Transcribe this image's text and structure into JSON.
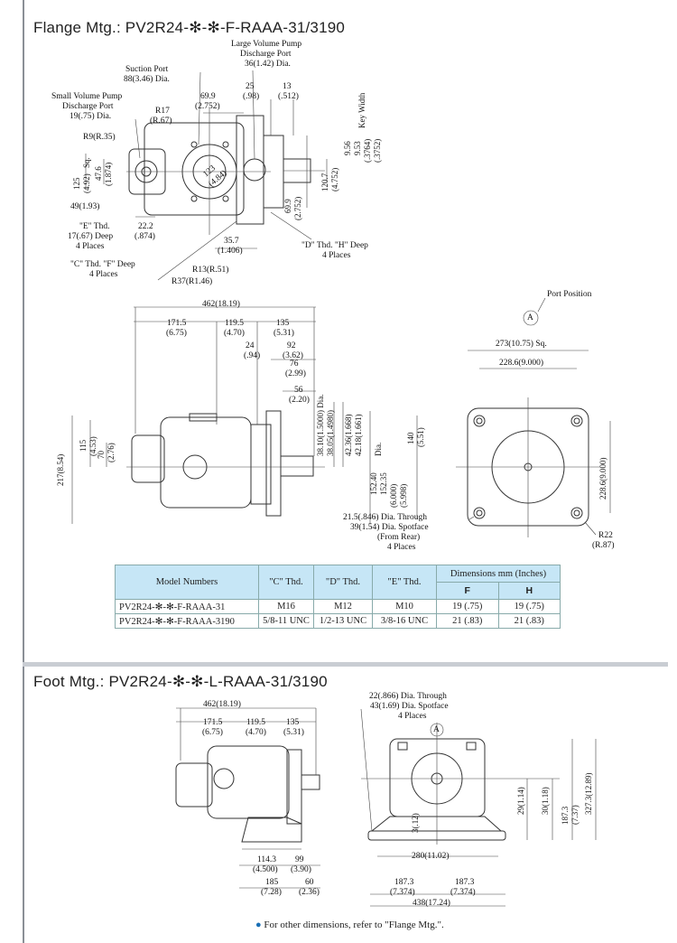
{
  "flange": {
    "title": "Flange Mtg.: PV2R24-✻-✻-F-RAAA-31/3190",
    "top_labels": {
      "large_pump": "Large Volume Pump",
      "discharge_port": "Discharge Port",
      "dia36": "36(1.42) Dia.",
      "suction_port": "Suction Port",
      "dia88": "88(3.46) Dia.",
      "d699": "69.9",
      "d699i": "(2.752)",
      "d25": "25",
      "d25i": "(.98)",
      "d13": "13",
      "d13i": "(.512)",
      "small_pump": "Small Volume Pump",
      "small_discharge": "Discharge Port",
      "dia19": "19(.75) Dia.",
      "r17": "R17",
      "r17i": "(R.67)",
      "r9": "R9(R.35)",
      "key_width": "Key Width",
      "d956": "9.56",
      "d953": "9.53",
      "i3764": "(.3764)",
      "i3752": "(.3752)",
      "d125": "125",
      "d125i": "(4.92)",
      "sq": "Sq.",
      "d476": "47.6",
      "d476i": "(1.874)",
      "d123": "123",
      "d123i": "(4.84)",
      "d1207": "120.7",
      "d1207i": "(4.752)",
      "d699b": "69.9",
      "d699bi": "(2.752)",
      "d49": "49(1.93)",
      "e_thd": "\"E\" Thd.",
      "e_deep": "17(.67) Deep",
      "four_places": "4 Places",
      "d222": "22.2",
      "d222i": "(.874)",
      "d357": "35.7",
      "d357i": "(1.406)",
      "dh_thd": "\"D\" Thd. \"H\" Deep",
      "four_places2": "4 Places",
      "cf_thd": "\"C\" Thd. \"F\" Deep",
      "four_places3": "4 Places",
      "r13": "R13(R.51)",
      "r37": "R37(R1.46)"
    },
    "side_labels": {
      "d462": "462(18.19)",
      "d1715": "171.5",
      "d1715i": "(6.75)",
      "d1195": "119.5",
      "d1195i": "(4.70)",
      "d135": "135",
      "d135i": "(5.31)",
      "d24": "24",
      "d24i": "(.94)",
      "d92": "92",
      "d92i": "(3.62)",
      "d76": "76",
      "d76i": "(2.99)",
      "d56": "56",
      "d56i": "(2.20)",
      "d3810": "38.10(1.5000) Dia.",
      "d3805": "38.05(1.4980)",
      "d4236": "42.36(1.668)",
      "d4218": "42.18(1.661)",
      "d140": "140",
      "d140i": "(5.51)",
      "d15240": "152.40",
      "d15235": "152.35",
      "dia": "Dia.",
      "i6000": "(6.000)",
      "i5998": "(5.998)",
      "d115": "115",
      "d115i": "(4.53)",
      "d70": "70",
      "d70i": "(2.76)",
      "d217": "217(8.54)"
    },
    "end_labels": {
      "port_position": "Port Position",
      "a": "A",
      "d273": "273(10.75) Sq.",
      "d2286": "228.6(9.000)",
      "d2286v": "228.6(9.000)",
      "hole1": "21.5(.846) Dia. Through",
      "hole2": "39(1.54) Dia. Spotface",
      "hole3": "(From Rear)",
      "hole4": "4 Places",
      "r22": "R22",
      "r22i": "(R.87)"
    },
    "table": {
      "headers": {
        "model": "Model Numbers",
        "c": "\"C\" Thd.",
        "d": "\"D\" Thd.",
        "e": "\"E\" Thd.",
        "dims": "Dimensions mm (Inches)",
        "f": "F",
        "h": "H"
      },
      "rows": [
        {
          "model": "PV2R24-✻-✻-F-RAAA-31",
          "c": "M16",
          "d": "M12",
          "e": "M10",
          "f": "19 (.75)",
          "h": "19 (.75)"
        },
        {
          "model": "PV2R24-✻-✻-F-RAAA-3190",
          "c": "5/8-11 UNC",
          "d": "1/2-13 UNC",
          "e": "3/8-16 UNC",
          "f": "21 (.83)",
          "h": "21 (.83)"
        }
      ]
    }
  },
  "foot": {
    "title": "Foot Mtg.: PV2R24-✻-✻-L-RAAA-31/3190",
    "labels": {
      "d462": "462(18.19)",
      "d1715": "171.5",
      "d1715i": "(6.75)",
      "d1195": "119.5",
      "d1195i": "(4.70)",
      "d135": "135",
      "d135i": "(5.31)",
      "d1143": "114.3",
      "d1143i": "(4.500)",
      "d99": "99",
      "d99i": "(3.90)",
      "d185": "185",
      "d185i": "(7.28)",
      "d60": "60",
      "d60i": "(2.36)",
      "hole1": "22(.866) Dia. Through",
      "hole2": "43(1.69) Dia. Spotface",
      "hole3": "4 Places",
      "a": "A",
      "d3": "3(.12)",
      "d280": "280(11.02)",
      "d29": "29(1.14)",
      "d30": "30(1.18)",
      "d1873v": "187.3",
      "d1873vi": "(7.37)",
      "d3273": "327.3(12.89)",
      "d1873a": "187.3",
      "d1873ai": "(7.374)",
      "d1873b": "187.3",
      "d1873bi": "(7.374)",
      "d438": "438(17.24)"
    },
    "note": "For other dimensions, refer to \"Flange Mtg.\"."
  }
}
